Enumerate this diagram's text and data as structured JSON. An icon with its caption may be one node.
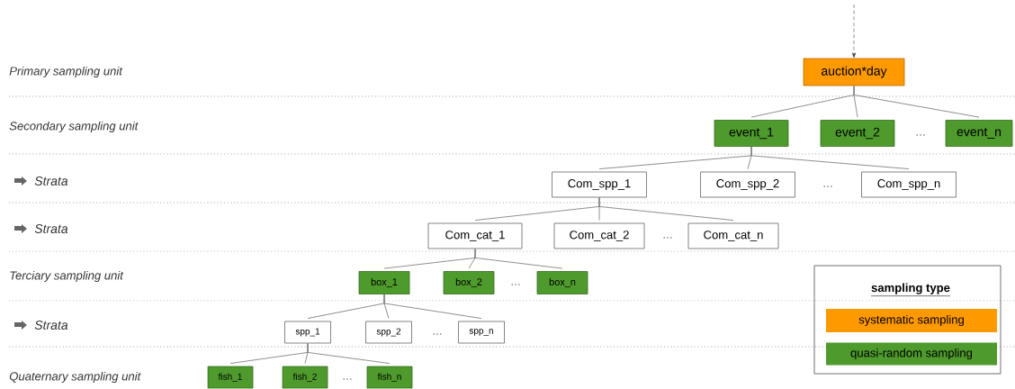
{
  "diagram": {
    "nodes": [
      {
        "text": [
          "auction*day"
        ]
      },
      {
        "text": [
          "event_1"
        ]
      },
      {
        "text": [
          "event_2"
        ]
      },
      {
        "text": [
          "event_n"
        ]
      },
      {
        "text": [
          "Com_spp_1"
        ]
      },
      {
        "text": [
          "Com_spp_2"
        ]
      },
      {
        "text": [
          "Com_spp_n"
        ]
      },
      {
        "text": [
          "Com_cat_1"
        ]
      },
      {
        "text": [
          "Com_cat_2"
        ]
      },
      {
        "text": [
          "Com_cat_n"
        ]
      },
      {
        "text": [
          "box_1"
        ]
      },
      {
        "text": [
          "box_2"
        ]
      },
      {
        "text": [
          "box_n"
        ]
      },
      {
        "text": [
          "spp_1"
        ]
      },
      {
        "text": [
          "spp_2"
        ]
      },
      {
        "text": [
          "spp_n"
        ]
      },
      {
        "text": [
          "fish_1"
        ]
      },
      {
        "text": [
          "fish_2"
        ]
      },
      {
        "text": [
          "fish_n"
        ]
      }
    ],
    "edges": [
      {
        "from": null,
        "to": 0,
        "arrow": "to",
        "style": "dashed",
        "color": "#333333"
      },
      {
        "from": 0,
        "to": 1,
        "arrow": "none"
      },
      {
        "from": 0,
        "to": 2,
        "arrow": "none"
      },
      {
        "from": 0,
        "to": 3,
        "arrow": "none"
      },
      {
        "from": 1,
        "to": 4,
        "arrow": "none"
      },
      {
        "from": 1,
        "to": 5,
        "arrow": "none"
      },
      {
        "from": 1,
        "to": 6,
        "arrow": "none"
      },
      {
        "from": 4,
        "to": 7,
        "arrow": "none"
      },
      {
        "from": 4,
        "to": 8,
        "arrow": "none"
      },
      {
        "from": 4,
        "to": 9,
        "arrow": "none"
      },
      {
        "from": 7,
        "to": 10,
        "arrow": "none"
      },
      {
        "from": 7,
        "to": 11,
        "arrow": "none"
      },
      {
        "from": 7,
        "to": 12,
        "arrow": "none"
      },
      {
        "from": 10,
        "to": 13,
        "arrow": "none"
      },
      {
        "from": 10,
        "to": 14,
        "arrow": "none"
      },
      {
        "from": 10,
        "to": 15,
        "arrow": "none"
      },
      {
        "from": 13,
        "to": 16,
        "arrow": "none"
      },
      {
        "from": 13,
        "to": 17,
        "arrow": "none"
      },
      {
        "from": 13,
        "to": 18,
        "arrow": "none"
      }
    ],
    "labels": [
      "Primary sampling unit",
      "Secondary sampling unit",
      "…",
      "Strata",
      "…",
      "Strata",
      "…",
      "Terciary sampling unit",
      "…",
      "sampling type",
      "Strata",
      "…",
      "Quaternary sampling unit",
      "…"
    ],
    "legend": [
      {
        "text": "systematic sampling",
        "color": "#ff9900"
      },
      {
        "text": "quasi-random sampling",
        "color": "#4e9a2c"
      }
    ]
  }
}
